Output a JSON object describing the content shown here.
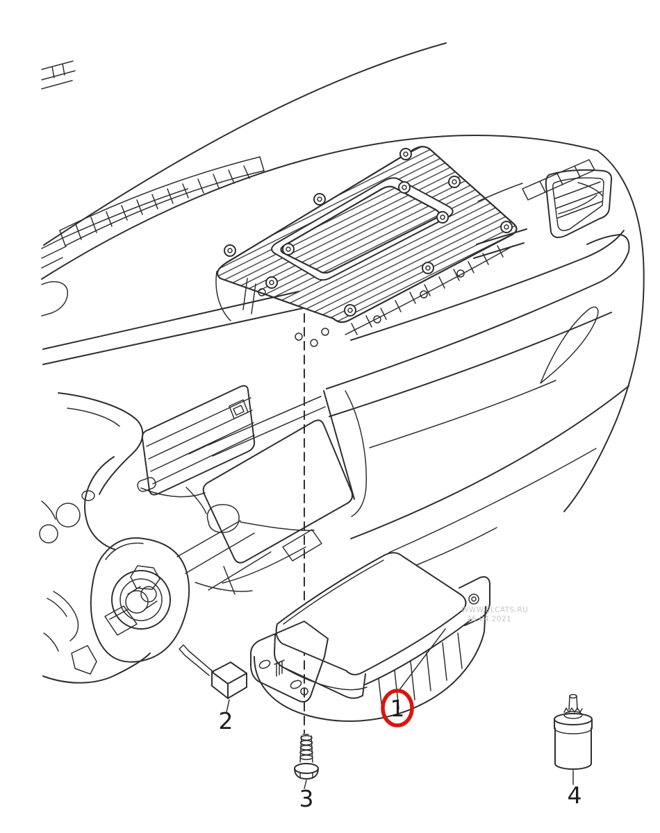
{
  "diagram": {
    "type": "vehicle-parts-exploded-diagram",
    "subject": "dashboard-airbag-module",
    "background_color": "#ffffff",
    "line_color": "#2e2e2e",
    "highlight_color": "#d9150f",
    "watermark_color": "#bdbdbd",
    "watermark": {
      "line1": "WWW.ELCATS.RU",
      "line2": "26.04.2021"
    },
    "callouts": [
      {
        "number": "1",
        "part": "airbag-module",
        "highlighted": true
      },
      {
        "number": "2",
        "part": "connector",
        "highlighted": false
      },
      {
        "number": "3",
        "part": "screw",
        "highlighted": false
      },
      {
        "number": "4",
        "part": "adhesive-tube",
        "highlighted": false
      }
    ]
  }
}
